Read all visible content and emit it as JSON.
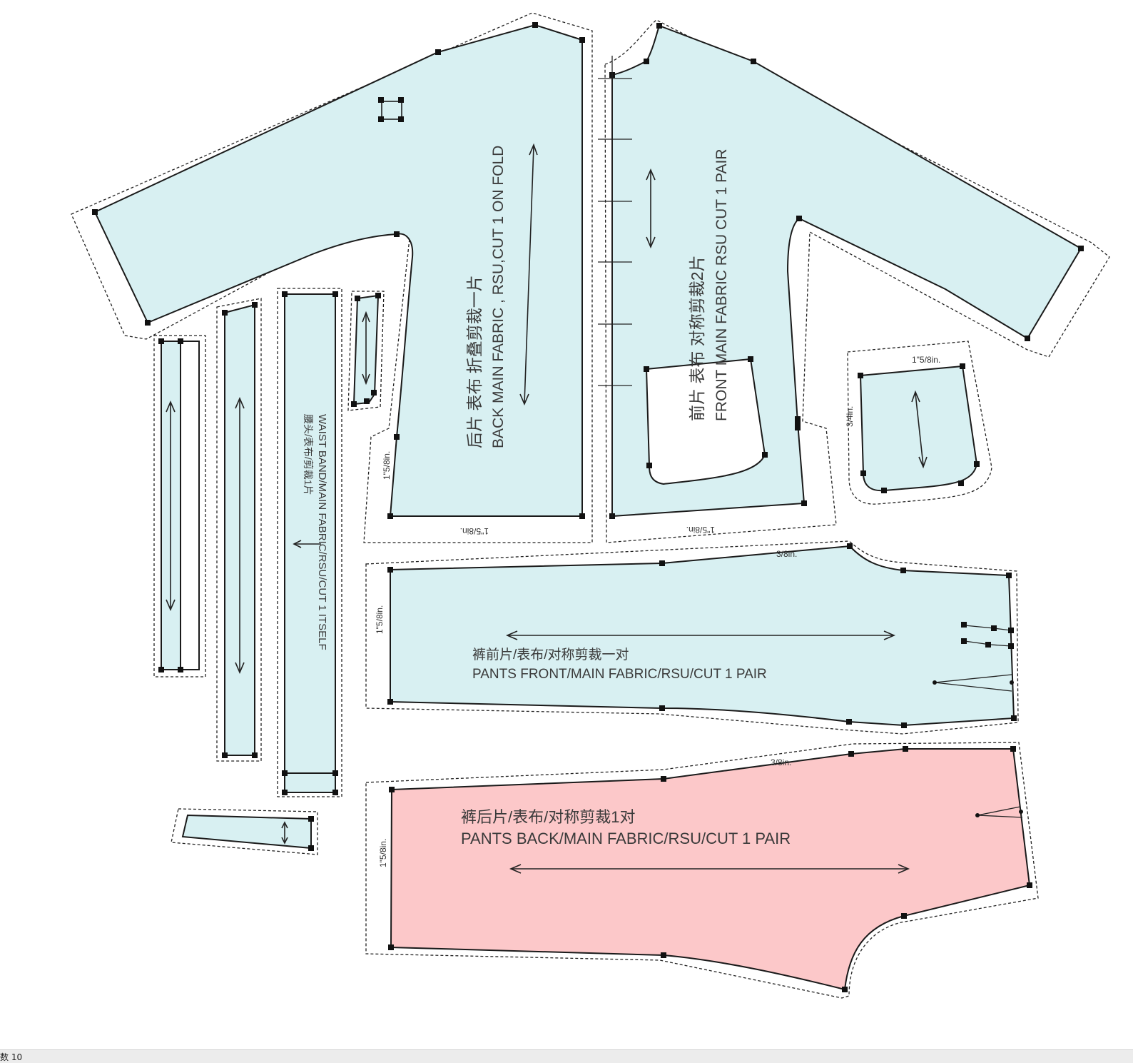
{
  "colors": {
    "main_fabric": "#d8f0f2",
    "back_pants": "#fcc8c9",
    "outline": "#1a1a1a"
  },
  "pieces": {
    "back_bodice": {
      "zh": "后片 表布 折叠剪裁一片",
      "en": "BACK MAIN FABRIC , RSU,CUT 1 ON FOLD"
    },
    "front_bodice": {
      "zh": "前片 表布 对称剪裁2片",
      "en": "FRONT MAIN FABRIC RSU CUT 1 PAIR"
    },
    "waistband": {
      "zh": "腰头/表布/剪裁1片",
      "en": "WAIST BAND/MAIN FABRIC/RSU/CUT 1 ITSELF"
    },
    "pants_front": {
      "zh": "裤前片/表布/对称剪裁一对",
      "en": "PANTS FRONT/MAIN FABRIC/RSU/CUT 1 PAIR"
    },
    "pants_back": {
      "zh": "裤后片/表布/对称剪裁1对",
      "en": "PANTS BACK/MAIN FABRIC/RSU/CUT 1 PAIR"
    }
  },
  "measurements": {
    "one_five_eighths": "1\"5/8in.",
    "three_eighths": "3/8in.",
    "pocket_top": "1\"5/8in.",
    "pocket_side": "3/4in."
  },
  "status": {
    "text": "数 10"
  }
}
